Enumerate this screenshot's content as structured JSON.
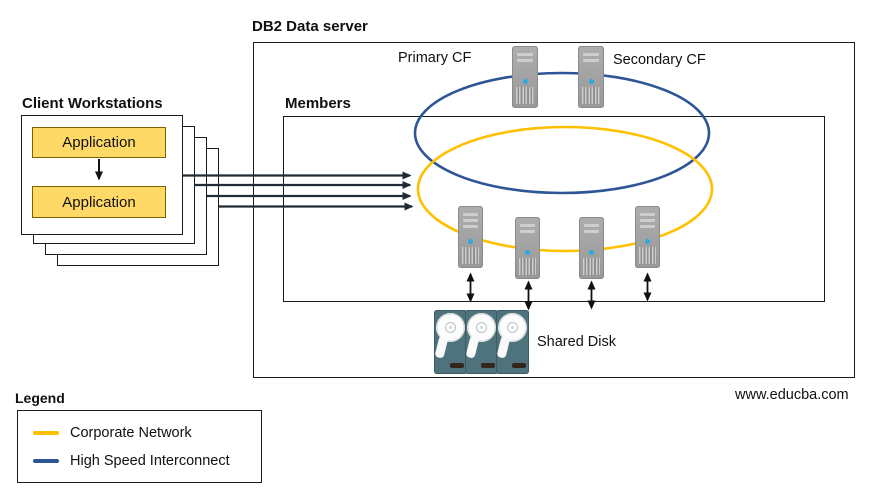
{
  "titles": {
    "db2_server": "DB2 Data server",
    "members": "Members",
    "client_workstations": "Client Workstations"
  },
  "labels": {
    "primary_cf": "Primary CF",
    "secondary_cf": "Secondary CF",
    "shared_disk": "Shared Disk",
    "application_top": "Application",
    "application_bottom": "Application"
  },
  "legend": {
    "title": "Legend",
    "items": [
      {
        "label": "Corporate Network",
        "color": "#FFC000"
      },
      {
        "label": "High Speed Interconnect",
        "color": "#2E5697"
      }
    ]
  },
  "footer": {
    "website": "www.educba.com"
  },
  "icons": {
    "cf_servers": [
      "server-icon",
      "server-icon"
    ],
    "member_servers": [
      "server-icon",
      "server-icon",
      "server-icon",
      "server-icon"
    ],
    "shared_disks": [
      "hard-disk-icon",
      "hard-disk-icon",
      "hard-disk-icon"
    ]
  },
  "colors": {
    "corporate_network": "#FFC000",
    "high_speed_interconnect": "#2E5697",
    "application_fill": "#FFD966",
    "application_border": "#7F6000",
    "server_led": "#29ABE2",
    "disk_body": "#4E737D",
    "client_arrow": "#222B35",
    "line_black": "#111111"
  }
}
